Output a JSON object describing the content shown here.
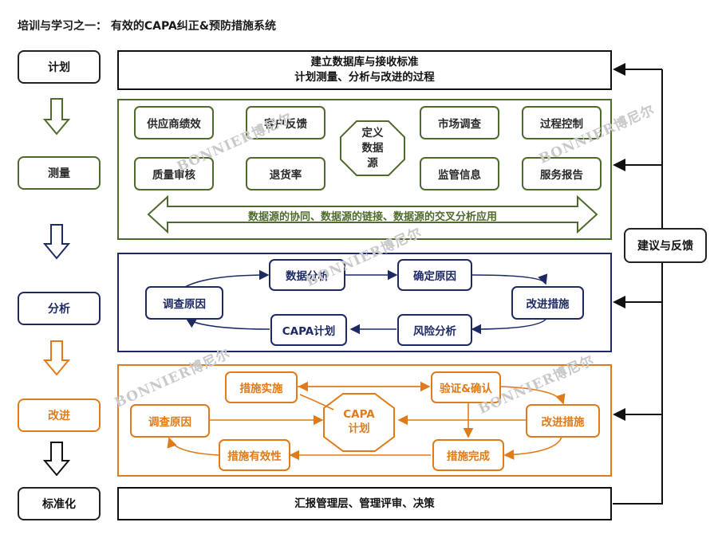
{
  "title": "培训与学习之一： 有效的CAPA纠正&预防措施系统",
  "stages": [
    "计划",
    "测量",
    "分析",
    "改进",
    "标准化"
  ],
  "feedback_label": "建议与反馈",
  "plan": {
    "line1": "建立数据库与接收标准",
    "line2": "计划测量、分析与改进的过程"
  },
  "measure": {
    "left_items": [
      "供应商绩效",
      "客户反馈",
      "质量审核",
      "退货率"
    ],
    "center": [
      "定义",
      "数据",
      "源"
    ],
    "right_items": [
      "市场调查",
      "过程控制",
      "监管信息",
      "服务报告"
    ],
    "arrow_text": "数据源的协同、数据源的链接、数据源的交叉分析应用"
  },
  "analyze": {
    "items": [
      "数据分析",
      "确定原因",
      "调查原因",
      "改进措施",
      "CAPA计划",
      "风险分析"
    ]
  },
  "improve": {
    "items": [
      "措施实施",
      "验证&确认",
      "调查原因",
      "改进措施",
      "措施有效性",
      "措施完成"
    ],
    "center": [
      "CAPA",
      "计划"
    ]
  },
  "standardize": {
    "text": "汇报管理层、管理评审、决策"
  },
  "watermark": "BONNIER博尼尔",
  "colors": {
    "measure": "#4e6b2c",
    "analyze": "#1e2a63",
    "improve": "#e07b1a",
    "plan": "#111111"
  }
}
